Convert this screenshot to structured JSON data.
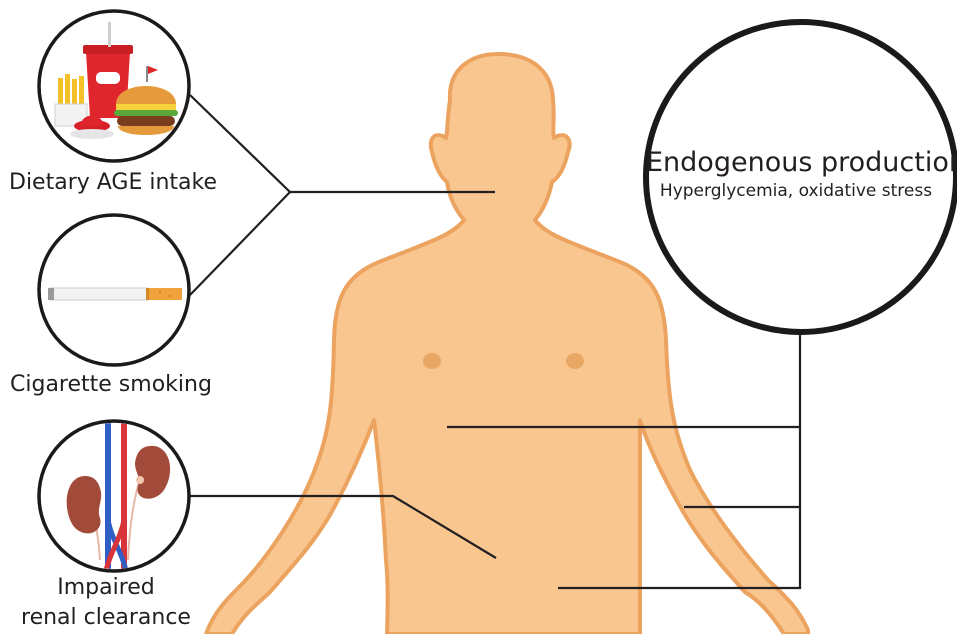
{
  "labels": {
    "dietary": "Dietary AGE intake",
    "smoking": "Cigarette smoking",
    "renal_line1": "Impaired",
    "renal_line2": "renal clearance",
    "endogenous_title": "Endogenous production",
    "endogenous_sub": "Hyperglycemia, oxidative stress"
  },
  "icons": {
    "dietary": "fast-food-icon",
    "smoking": "cigarette-icon",
    "renal": "kidney-icon",
    "body": "human-body-silhouette"
  },
  "colors": {
    "skin": "#f9c68f",
    "skin_outline": "#eba35f",
    "nipple": "#e9a764",
    "line": "#231f20",
    "circle_border": "#1a1a1a"
  }
}
